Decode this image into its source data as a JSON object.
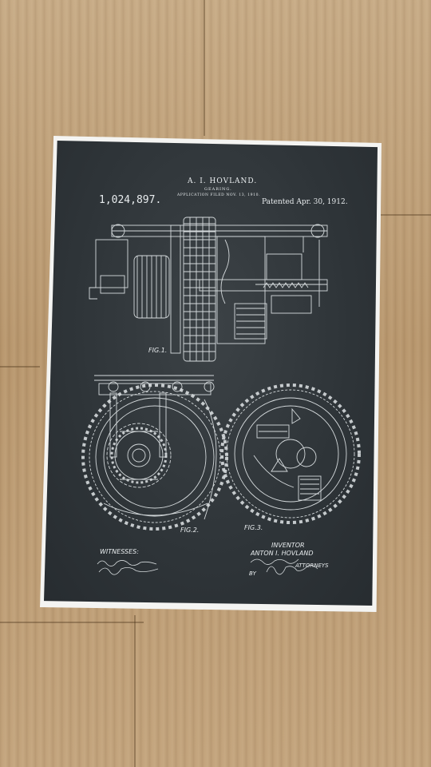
{
  "patent": {
    "inventor_header": "A. I. HOVLAND.",
    "subject": "GEARING.",
    "application_filed": "APPLICATION FILED NOV. 13, 1910.",
    "number": "1,024,897.",
    "patented": "Patented Apr. 30, 1912."
  },
  "figures": {
    "fig1": "FIG.1.",
    "fig2": "FIG.2.",
    "fig3": "FIG.3."
  },
  "signatures": {
    "witnesses_label": "WITNESSES:",
    "inventor_label": "INVENTOR",
    "inventor_name": "ANTON I. HOVLAND",
    "attorneys_label": "ATTORNEYS",
    "by_label": "BY"
  },
  "colors": {
    "paper": "#f4f4f2",
    "print_background": "#2e3438",
    "line_art": "#e8ecee",
    "wood": "#c1a37d"
  }
}
